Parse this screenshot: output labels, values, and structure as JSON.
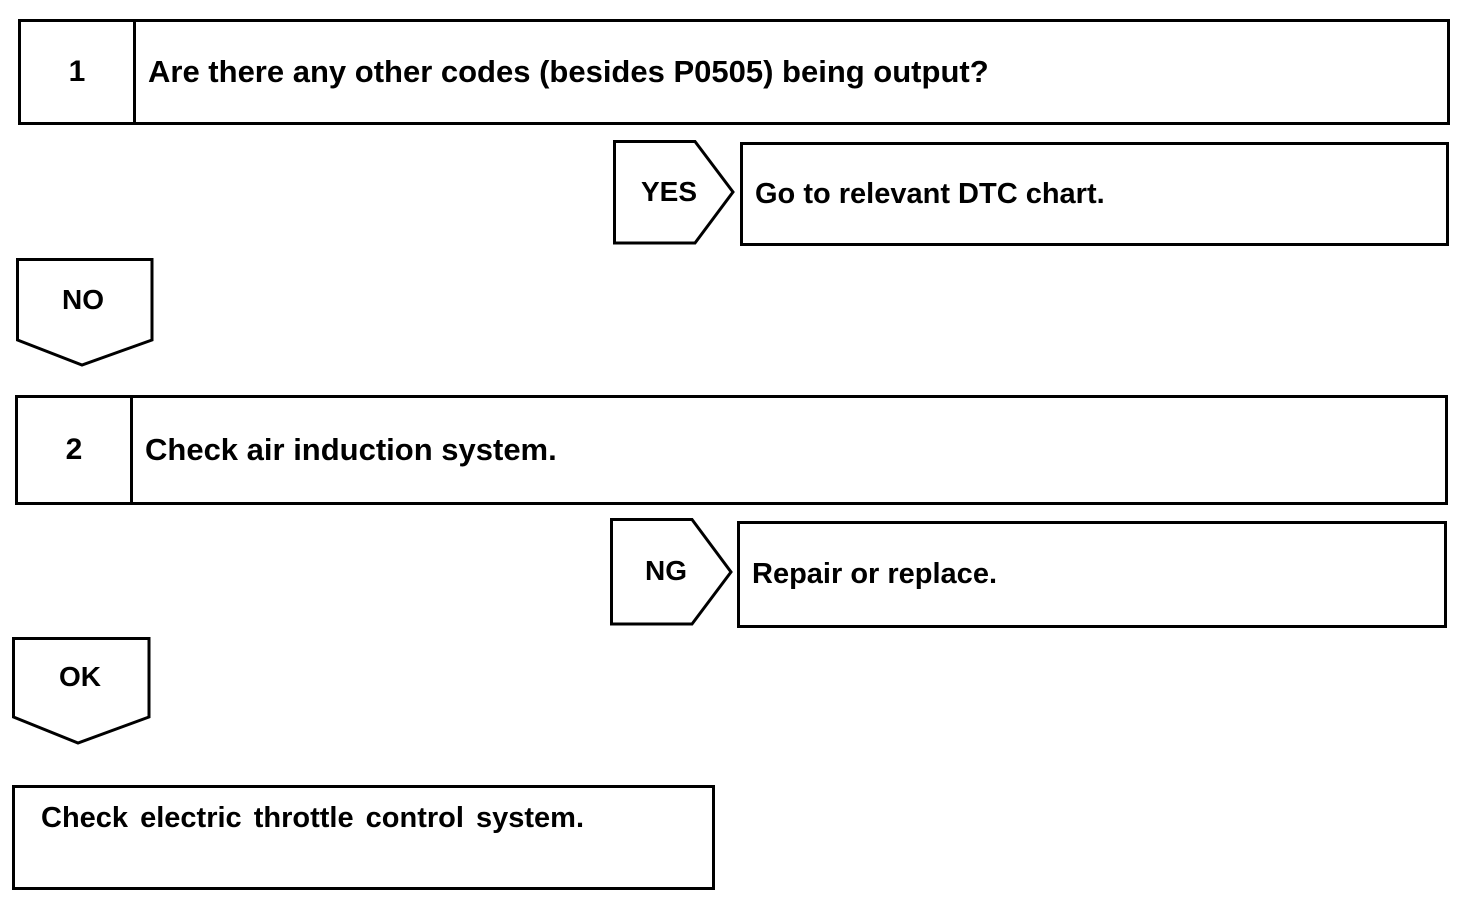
{
  "steps": [
    {
      "number": "1",
      "question": "Are there any other codes (besides P0505) being output?"
    },
    {
      "number": "2",
      "question": "Check air induction system."
    }
  ],
  "branches": [
    {
      "label": "YES",
      "result": "Go to relevant DTC chart."
    },
    {
      "label": "NG",
      "result": "Repair or replace."
    }
  ],
  "down_arrows": [
    {
      "label": "NO"
    },
    {
      "label": "OK"
    }
  ],
  "final": {
    "text": "Check electric throttle control system."
  }
}
